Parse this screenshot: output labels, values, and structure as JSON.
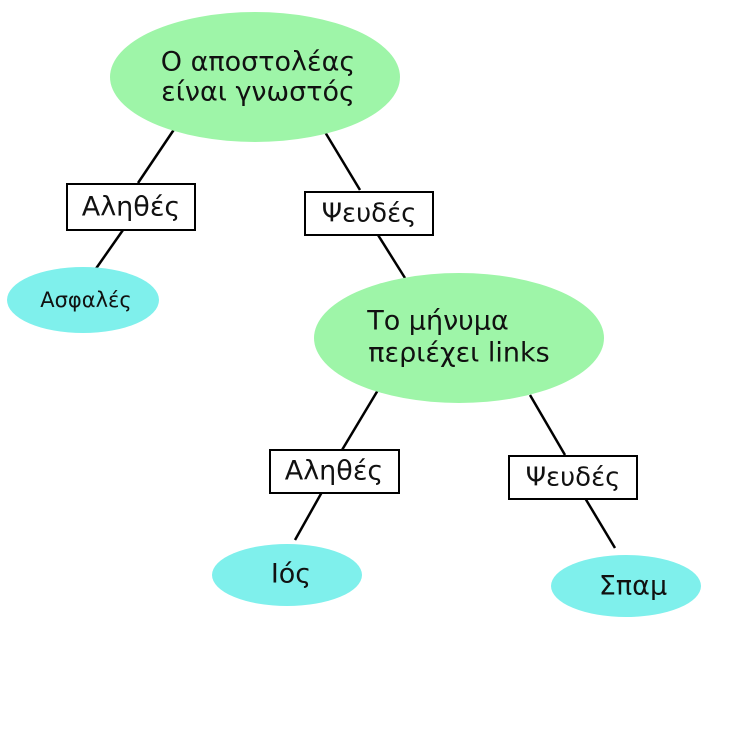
{
  "colors": {
    "decision_fill": "#9ef5a8",
    "leaf_fill": "#7ff0ec",
    "edge": "#000000",
    "label_border": "#000000",
    "text": "#111111"
  },
  "root": {
    "line1": "Ο αποστολέας",
    "line2": "είναι γνωστός"
  },
  "root_true_label": "Αληθές",
  "root_false_label": "Ψευδές",
  "leaf_safe": "Ασφαλές",
  "second": {
    "line1": "Το μήνυμα",
    "line2": "περιέχει links"
  },
  "second_true_label": "Αληθές",
  "second_false_label": "Ψευδές",
  "leaf_virus": "Ιός",
  "leaf_spam": "Σπαμ"
}
